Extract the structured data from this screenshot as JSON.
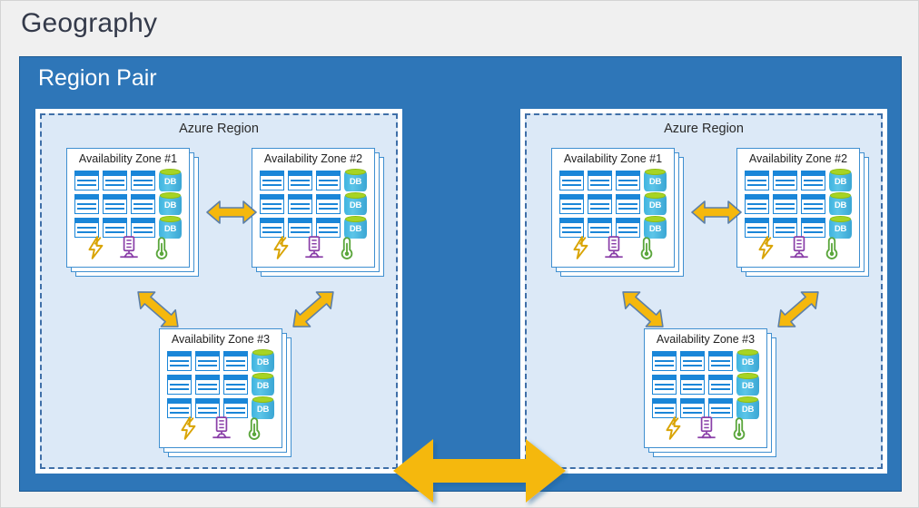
{
  "page": {
    "title": "Geography",
    "background": "#f0f0f0",
    "title_color": "#343a4a"
  },
  "region_pair": {
    "title": "Region Pair",
    "panel_color": "#2E76B8",
    "title_color": "#ffffff"
  },
  "colors": {
    "region_fill": "#dce9f7",
    "region_dash_border": "#3f6fa8",
    "zone_border": "#3f8fd0",
    "server_blue": "#1a86d8",
    "db_body": "#3fb4e0",
    "db_top_green": "#a7d424",
    "arrow_gold": "#F5B80D",
    "arrow_outline": "#5c7fa8",
    "power_icon": "#D9A404",
    "network_icon": "#8A3FA8",
    "thermometer_icon": "#5BA63C"
  },
  "regions": [
    {
      "id": "left",
      "label": "Azure Region",
      "zones": [
        {
          "id": "left-az1",
          "label": "Availability Zone #1",
          "servers": 9,
          "databases": 3,
          "db_label": "DB",
          "infra": [
            "power-icon",
            "network-icon",
            "thermometer-icon"
          ]
        },
        {
          "id": "left-az2",
          "label": "Availability Zone #2",
          "servers": 9,
          "databases": 3,
          "db_label": "DB",
          "infra": [
            "power-icon",
            "network-icon",
            "thermometer-icon"
          ]
        },
        {
          "id": "left-az3",
          "label": "Availability Zone #3",
          "servers": 9,
          "databases": 3,
          "db_label": "DB",
          "infra": [
            "power-icon",
            "network-icon",
            "thermometer-icon"
          ]
        }
      ]
    },
    {
      "id": "right",
      "label": "Azure Region",
      "zones": [
        {
          "id": "right-az1",
          "label": "Availability Zone #1",
          "servers": 9,
          "databases": 3,
          "db_label": "DB",
          "infra": [
            "power-icon",
            "network-icon",
            "thermometer-icon"
          ]
        },
        {
          "id": "right-az2",
          "label": "Availability Zone #2",
          "servers": 9,
          "databases": 3,
          "db_label": "DB",
          "infra": [
            "power-icon",
            "network-icon",
            "thermometer-icon"
          ]
        },
        {
          "id": "right-az3",
          "label": "Availability Zone #3",
          "servers": 9,
          "databases": 3,
          "db_label": "DB",
          "infra": [
            "power-icon",
            "network-icon",
            "thermometer-icon"
          ]
        }
      ]
    }
  ],
  "connections": {
    "intra_region": [
      {
        "id": "left-az1-az2",
        "direction": "horizontal",
        "kind": "double-arrow"
      },
      {
        "id": "left-az1-az3",
        "direction": "diagonal-nw-se",
        "kind": "double-arrow"
      },
      {
        "id": "left-az2-az3",
        "direction": "diagonal-ne-sw",
        "kind": "double-arrow"
      },
      {
        "id": "right-az1-az2",
        "direction": "horizontal",
        "kind": "double-arrow"
      },
      {
        "id": "right-az1-az3",
        "direction": "diagonal-nw-se",
        "kind": "double-arrow"
      },
      {
        "id": "right-az2-az3",
        "direction": "diagonal-ne-sw",
        "kind": "double-arrow"
      }
    ],
    "inter_region": {
      "id": "region-pair-link",
      "direction": "horizontal",
      "kind": "double-arrow-large"
    }
  }
}
